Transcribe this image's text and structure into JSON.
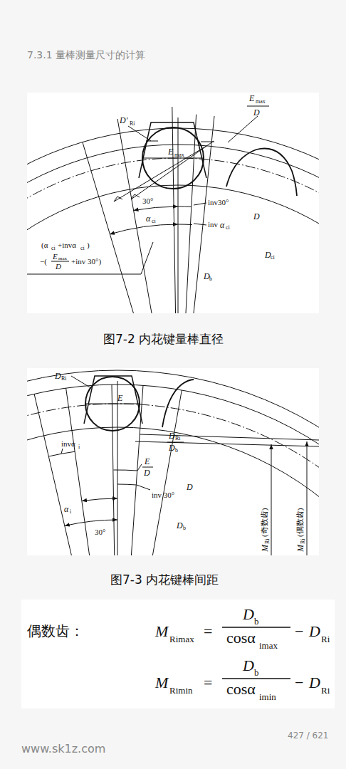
{
  "diagram": {
    "title": "7.3.1 量棒测量尺寸的计算",
    "labels": [
      "E",
      "max",
      "D",
      "D′",
      "Ri",
      "E",
      "max",
      "30°",
      "inv30°",
      "α",
      "ci",
      "inv",
      "α",
      "ci",
      "D",
      "D",
      "b",
      "D",
      "ci",
      "(α",
      "ci",
      "+invα",
      "ci",
      ")",
      "−(",
      "E",
      "max",
      "D",
      "+inv 30°)",
      "D",
      "Ri",
      "E",
      "invα",
      "i",
      "D",
      "Ri",
      "D",
      "b",
      "E",
      "D",
      "inv 30°",
      "α",
      "i",
      "30°",
      "D",
      "D",
      "b",
      "M",
      "Ri",
      "(奇数齿)",
      "M",
      "Ri",
      "(偶数齿)",
      "图7-2 内花键量棒直径",
      "图7-3 内花键棒间距",
      "偶数齿：",
      "M",
      "Rimax",
      "=",
      "D",
      "b",
      "cosα",
      "imax",
      "−",
      "D",
      "Ri",
      "M",
      "Rimin",
      "=",
      "D",
      "b",
      "cosα",
      "imin",
      "−",
      "D",
      "Ri",
      "427 / 621",
      "www.sk1z.com"
    ]
  }
}
